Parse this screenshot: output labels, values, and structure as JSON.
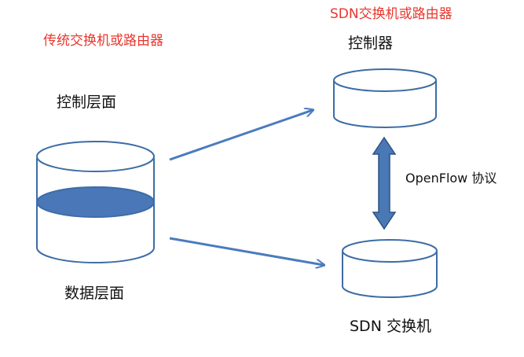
{
  "left": {
    "heading": "传统交换机或路由器",
    "control_plane_label": "控制层面",
    "data_plane_label": "数据层面"
  },
  "right": {
    "heading": "SDN交换机或路由器",
    "controller_label": "控制器",
    "protocol_label": "OpenFlow 协议",
    "switch_label": "SDN 交换机"
  },
  "colors": {
    "heading_red": "#e8362d",
    "outline_blue": "#3d6ca6",
    "fill_blue": "#4a77b8",
    "arrow_blue": "#4a7bbf",
    "double_arrow_fill": "#4a78b5",
    "double_arrow_stroke": "#2d5383"
  },
  "icons": {
    "device_shape": "cylinder-icon",
    "link_arrow": "arrow-icon",
    "protocol_arrow": "double-arrow-icon"
  }
}
